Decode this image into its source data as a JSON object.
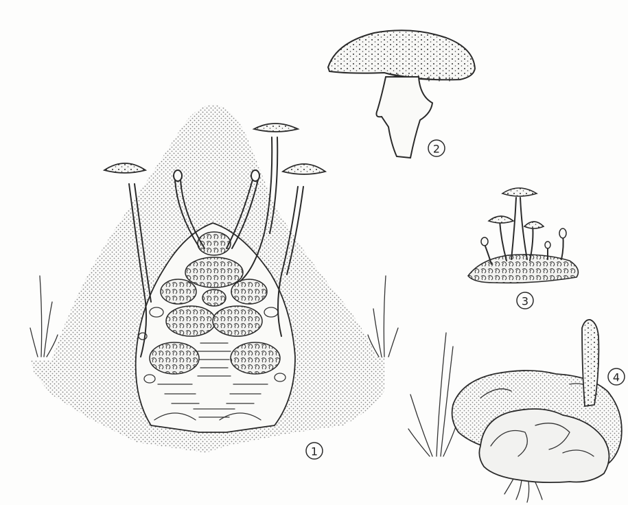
{
  "labels": {
    "figure_1": "1",
    "figure_2": "2",
    "figure_3": "3",
    "figure_4": "4"
  },
  "colors": {
    "ink": "#2a2a2a",
    "paper": "#fdfdfc",
    "stipple": "#9a9a9a"
  }
}
